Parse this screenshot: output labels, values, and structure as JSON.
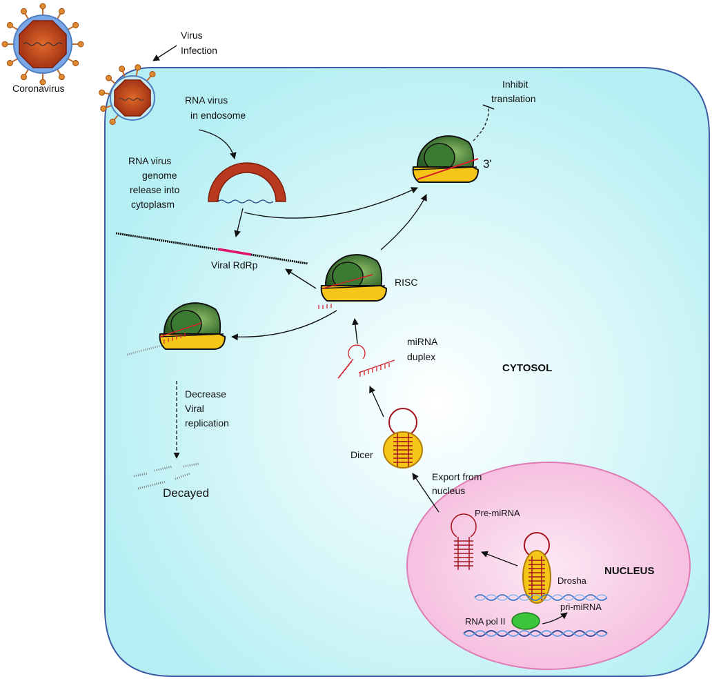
{
  "labels": {
    "coronavirus": "Coronavirus",
    "virus_infection": [
      "Virus",
      "Infection"
    ],
    "rna_virus_endosome": [
      "RNA virus",
      "in endosome"
    ],
    "genome_release": [
      "RNA virus",
      "genome",
      "release into",
      "cytoplasm"
    ],
    "inhibit_translation": [
      "Inhibit",
      "translation"
    ],
    "three_prime": "3'",
    "viral_rdrp": "Viral RdRp",
    "risc": "RISC",
    "mirna_duplex": [
      "miRNA",
      "duplex"
    ],
    "cytosol": "CYTOSOL",
    "decrease_replication": [
      "Decrease",
      "Viral",
      "replication"
    ],
    "decayed": "Decayed",
    "dicer": "Dicer",
    "export_from_nucleus": [
      "Export from",
      "nucleus"
    ],
    "pre_mirna": "Pre-miRNA",
    "nucleus": "NUCLEUS",
    "drosha": "Drosha",
    "pri_mirna": "pri-miRNA",
    "rna_pol_ii": "RNA pol II"
  },
  "colors": {
    "cell_fill": "#b8f1f6",
    "cell_border": "#4a6aa8",
    "nucleus_fill": "#f7c6e3",
    "nucleus_border": "#e07ab5",
    "risc_green": "#2e6b2b",
    "risc_yellow": "#f5c518",
    "virus_red": "#b8391e",
    "virus_shell": "#6f9fe0",
    "rna_red": "#d4202c",
    "pol_green": "#3cc43c"
  }
}
